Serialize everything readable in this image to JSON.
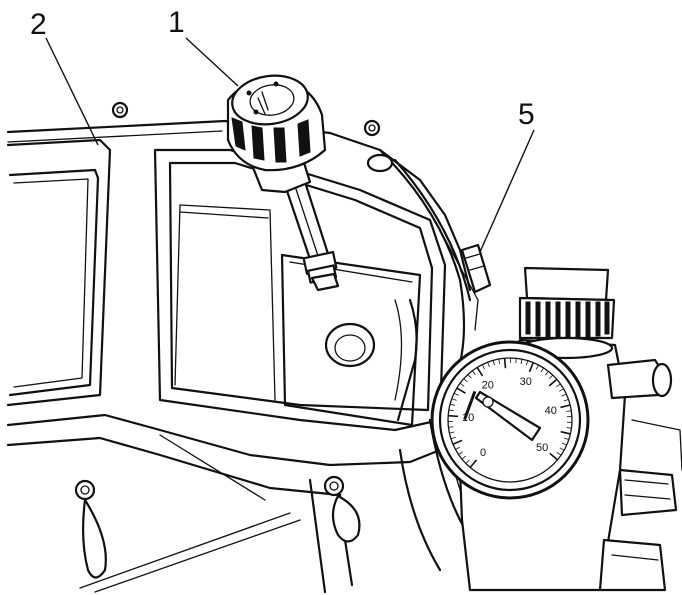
{
  "callouts": [
    {
      "id": "2",
      "label": "2"
    },
    {
      "id": "1",
      "label": "1"
    },
    {
      "id": "5",
      "label": "5"
    }
  ],
  "gauge": {
    "scale_labels": [
      "0",
      "10",
      "20",
      "30",
      "40",
      "50"
    ]
  },
  "colors": {
    "line": "#111111",
    "background": "#ffffff"
  }
}
